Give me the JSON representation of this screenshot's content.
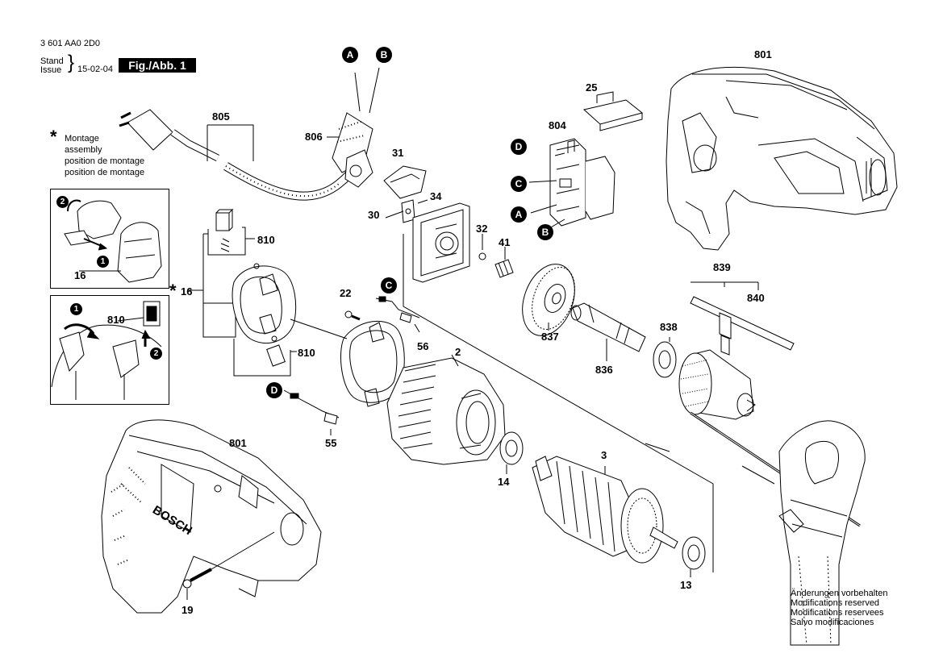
{
  "header": {
    "doc_number": "3 601 AA0 2D0",
    "stand_label": "Stand",
    "issue_label": "Issue",
    "brace": "}",
    "date": "15-02-04",
    "figure_label": "Fig./Abb. 1"
  },
  "legend": {
    "star": "*",
    "lines": [
      "Montage",
      "assembly",
      "position de montage",
      "position de montage"
    ]
  },
  "connector_letters": {
    "A": "A",
    "B": "B",
    "C": "C",
    "D": "D"
  },
  "step_numbers": {
    "one": "1",
    "two": "2"
  },
  "part_labels": {
    "p801_top": "801",
    "p801_bottom": "801",
    "p805": "805",
    "p806": "806",
    "p25": "25",
    "p804": "804",
    "p31": "31",
    "p34": "34",
    "p30": "30",
    "p32": "32",
    "p41": "41",
    "p839": "839",
    "p840": "840",
    "p810_a": "810",
    "p810_b": "810",
    "p810_inset": "810",
    "p16_inset": "16",
    "p16_main": "16",
    "p22": "22",
    "p837": "837",
    "p838": "838",
    "p56": "56",
    "p2": "2",
    "p836": "836",
    "p55": "55",
    "p14": "14",
    "p3": "3",
    "p13": "13",
    "p19": "19"
  },
  "footer_notes": [
    "Änderungen vorbehalten",
    "Modifications reserved",
    "Modifications reservees",
    "Salvo modificaciones"
  ],
  "brand_text": "BOSCH"
}
